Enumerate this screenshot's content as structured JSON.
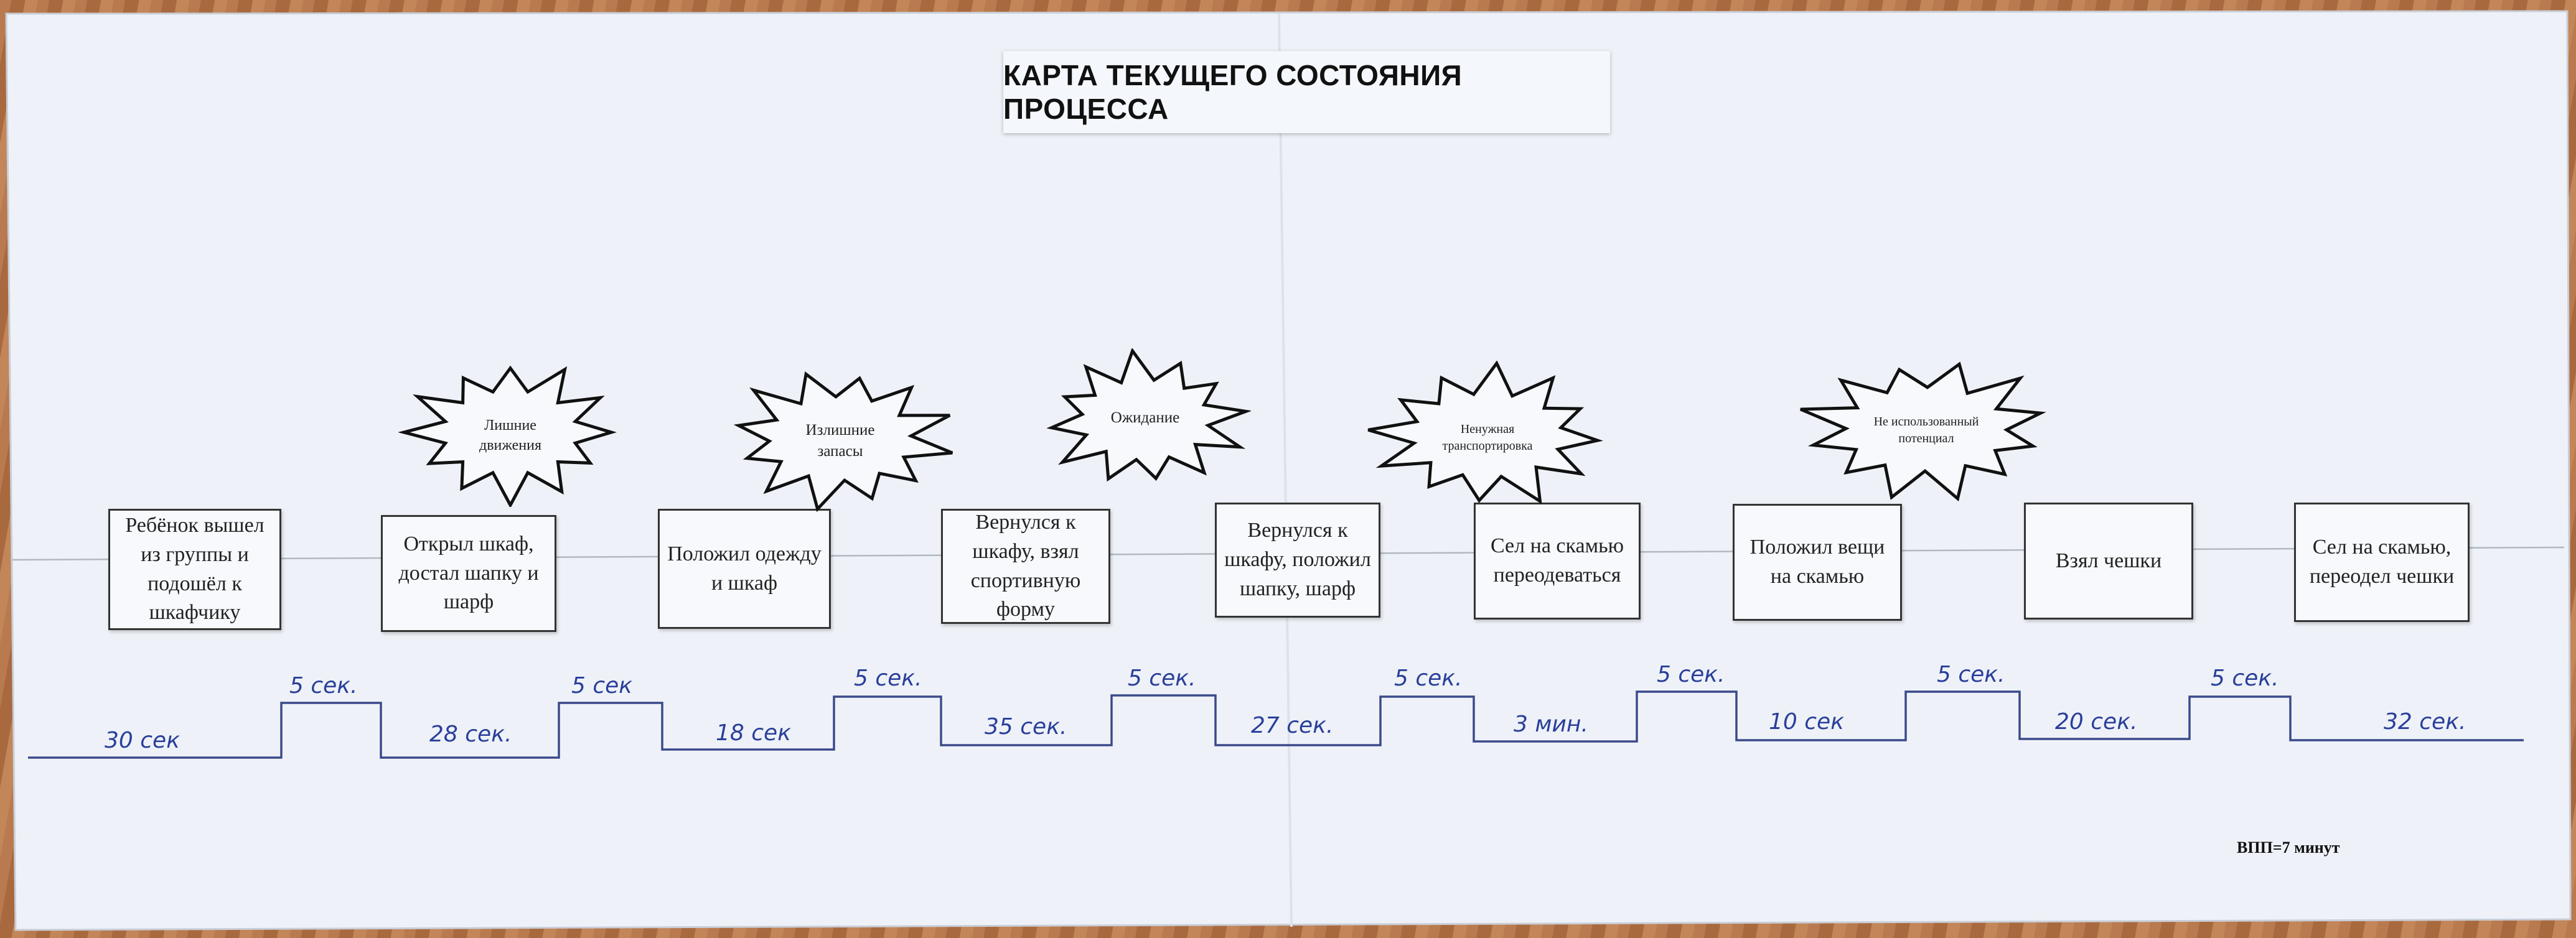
{
  "title": "КАРТА ТЕКУЩЕГО СОСТОЯНИЯ ПРОЦЕССА",
  "steps": [
    "Ребёнок вышел из группы и подошёл к шкафчику",
    "Открыл шкаф, достал шапку и шарф",
    "Положил одежду и шкаф",
    "Вернулся к шкафу, взял спортивную форму",
    "Вернулся к шкафу, положил шапку, шарф",
    "Сел на скамью переодеваться",
    "Положил вещи на скамью",
    "Взял чешки",
    "Сел на скамью, переодел чешки"
  ],
  "wastes": [
    "Лишние движения",
    "Излишние запасы",
    "Ожидание",
    "Ненужная транспортировка",
    "Не использованный потенциал"
  ],
  "process_times": [
    "30 сек",
    "28 сек.",
    "18 сек",
    "35 сек.",
    "27 сек.",
    "3 мин.",
    "10 сек",
    "20 сек.",
    "32 сек."
  ],
  "wait_times": [
    "5 сек.",
    "5 сек",
    "5 сек.",
    "5 сек.",
    "5 сек.",
    "5 сек.",
    "5 сек.",
    "5 сек."
  ],
  "footer": "ВПП=7 минут"
}
